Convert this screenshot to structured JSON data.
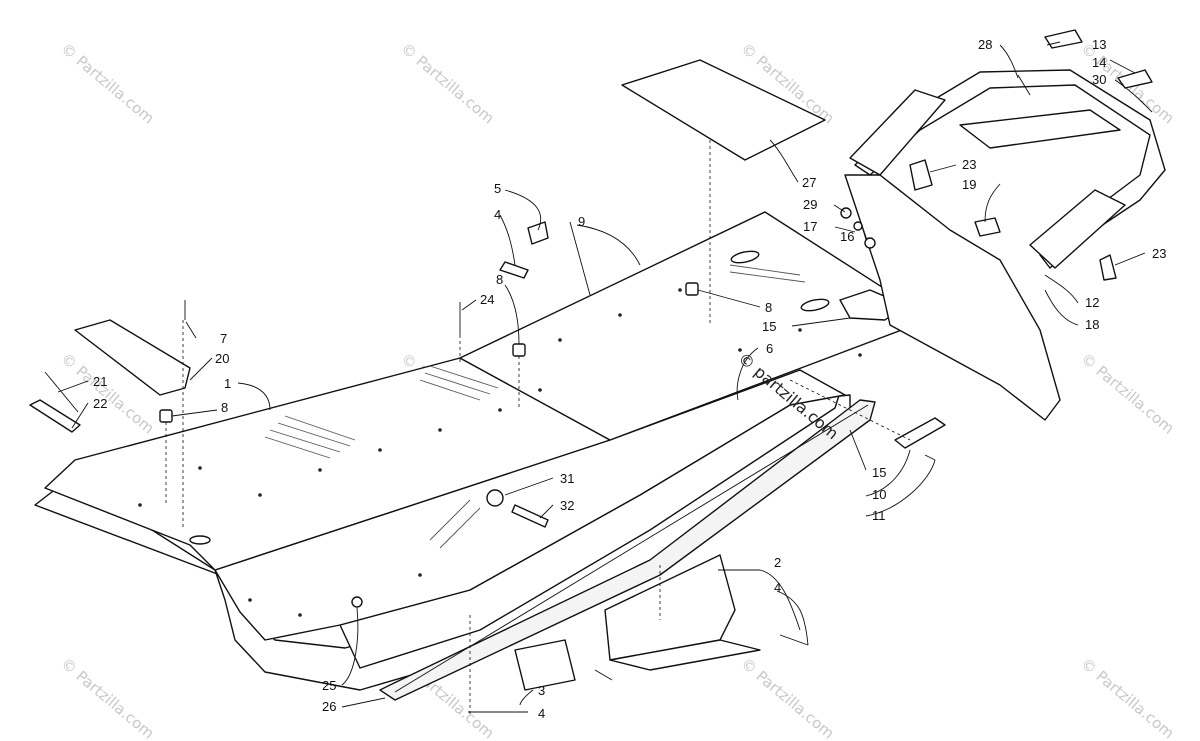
{
  "watermark": {
    "text": "© Partzilla.com",
    "main_text": "© partzilla.com"
  },
  "callouts": {
    "c1": "1",
    "c2": "2",
    "c3": "3",
    "c4a": "4",
    "c4b": "4",
    "c4c": "4",
    "c5": "5",
    "c6": "6",
    "c7": "7",
    "c8a": "8",
    "c8b": "8",
    "c8c": "8",
    "c9": "9",
    "c10": "10",
    "c11": "11",
    "c12": "12",
    "c13": "13",
    "c14": "14",
    "c15a": "15",
    "c15b": "15",
    "c16": "16",
    "c17": "17",
    "c18": "18",
    "c19": "19",
    "c20": "20",
    "c21": "21",
    "c22": "22",
    "c23a": "23",
    "c23b": "23",
    "c24": "24",
    "c25": "25",
    "c26": "26",
    "c27": "27",
    "c28": "28",
    "c29": "29",
    "c30": "30",
    "c31": "31",
    "c32": "32"
  }
}
